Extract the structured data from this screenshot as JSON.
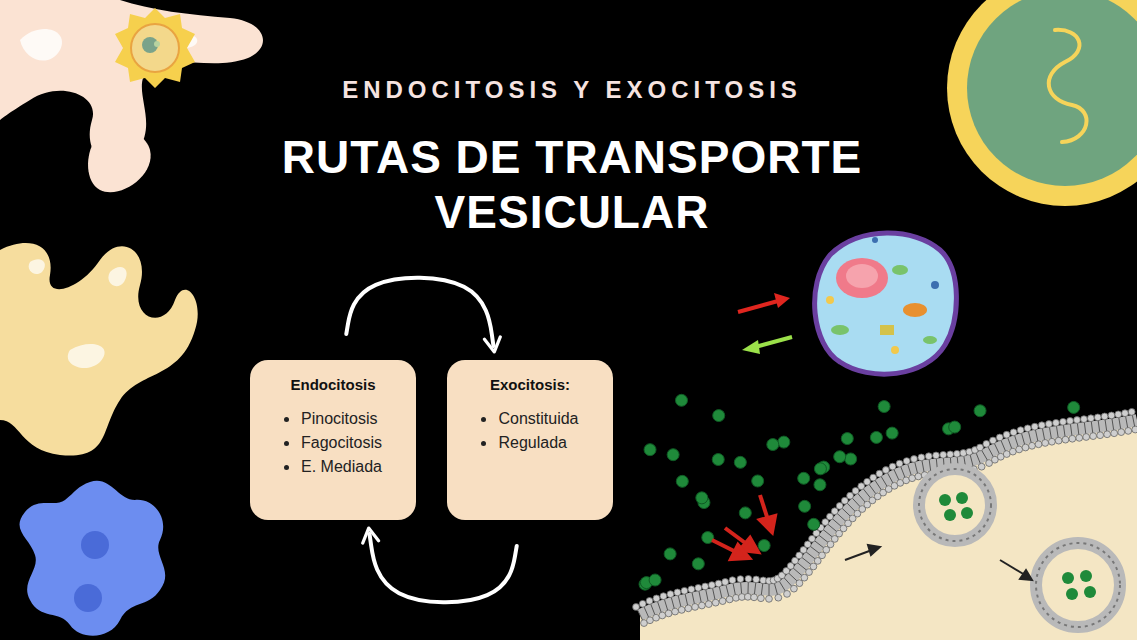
{
  "diagram": {
    "title": "RUTAS DE TRANSPORTE VESICULAR",
    "nodes": [
      {
        "text": [
          "Endocitosis",
          "Pinocitosis",
          "Fagocitosis",
          "E. Mediada"
        ]
      },
      {
        "text": [
          "Exocitosis:",
          "Constituida",
          "Regulada"
        ]
      }
    ],
    "edges": [
      {
        "from": 0,
        "to": 1,
        "arrow": "to"
      },
      {
        "from": 1,
        "to": 0,
        "arrow": "to"
      }
    ],
    "labels": [
      "ENDOCITOSIS Y EXOCITOSIS"
    ]
  }
}
